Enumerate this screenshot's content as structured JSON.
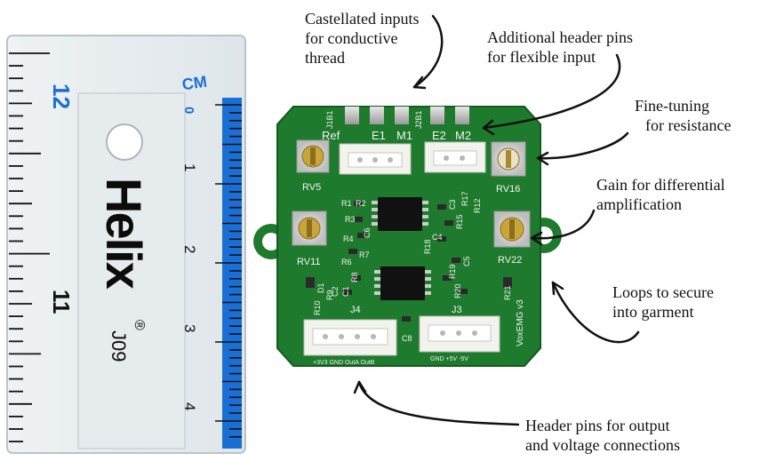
{
  "annotations": {
    "castellated": [
      "Castellated inputs",
      "for conductive",
      "thread"
    ],
    "header_extra": [
      "Additional header pins",
      "for flexible input"
    ],
    "fine_tuning": [
      "Fine-tuning",
      "for resistance"
    ],
    "gain": [
      "Gain for differential",
      "amplification"
    ],
    "loops": [
      "Loops to secure",
      "into garment"
    ],
    "output": [
      "Header pins for output",
      "and voltage connections"
    ]
  },
  "ruler": {
    "brand": "Helix",
    "registered": "®",
    "model": "J09",
    "unit": "CM",
    "cm_numbers": [
      "0",
      "1",
      "2",
      "3",
      "4"
    ],
    "inch_numbers": [
      "12",
      "11"
    ]
  },
  "board": {
    "name": "VoxEMG v3",
    "top_pin_labels": [
      "Ref",
      "E1",
      "M1",
      "E2",
      "M2"
    ],
    "top_ref_labels": [
      "J1B1",
      "J2B1"
    ],
    "pot_labels": [
      "RV5",
      "RV16",
      "RV11",
      "RV22"
    ],
    "connector_labels": [
      "J4",
      "J3"
    ],
    "j4_pins": "+3V3 GND OutA OutB",
    "j3_pins": "GND +5V -5V",
    "silk_refs": [
      "R1",
      "R2",
      "R3",
      "R4",
      "R6",
      "R7",
      "R8",
      "R9",
      "R10",
      "R12",
      "R15",
      "R17",
      "R18",
      "R19",
      "R20",
      "R21",
      "C1",
      "C2",
      "C3",
      "C4",
      "C5",
      "C6",
      "C7",
      "C8",
      "D1"
    ]
  },
  "colors": {
    "pcb_green": "#1e7a2c",
    "pcb_dark": "#155a1f",
    "ruler_blue": "#1a6fd4",
    "connector_white": "#f2f2ee",
    "pot_gold": "#c9a53a"
  }
}
